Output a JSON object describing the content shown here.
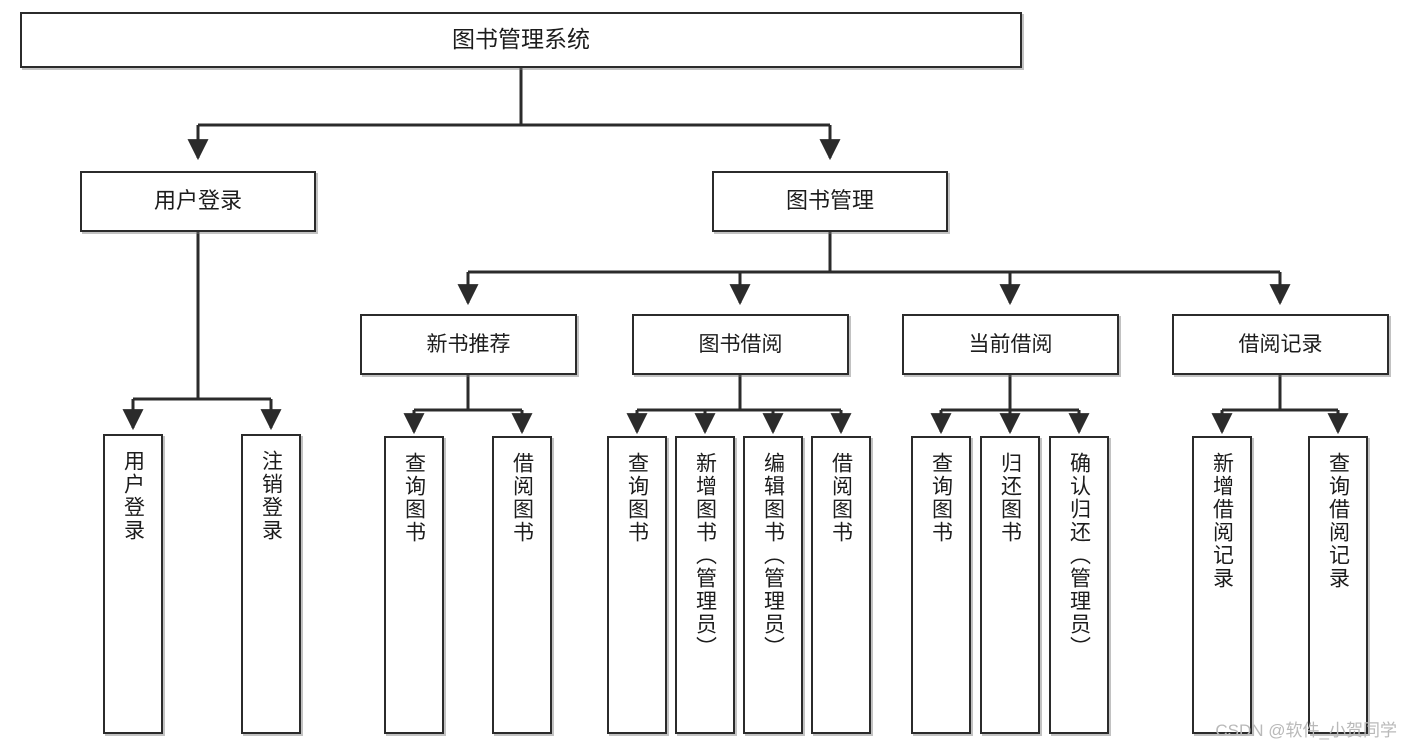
{
  "diagram": {
    "title": "图书管理系统",
    "type": "tree-hierarchy",
    "root": {
      "id": "root",
      "label": "图书管理系统"
    },
    "level2": [
      {
        "id": "user-login",
        "label": "用户登录"
      },
      {
        "id": "book-manage",
        "label": "图书管理"
      }
    ],
    "level3": [
      {
        "id": "new-book-recommend",
        "label": "新书推荐"
      },
      {
        "id": "book-borrow",
        "label": "图书借阅"
      },
      {
        "id": "current-borrow",
        "label": "当前借阅"
      },
      {
        "id": "borrow-record",
        "label": "借阅记录"
      }
    ],
    "leaves": {
      "user_login": [
        {
          "id": "leaf-user-login",
          "label": "用户登录"
        },
        {
          "id": "leaf-logout-login",
          "label": "注销登录"
        }
      ],
      "new_book_recommend": [
        {
          "id": "leaf-query-book-1",
          "label": "查询图书"
        },
        {
          "id": "leaf-borrow-book-1",
          "label": "借阅图书"
        }
      ],
      "book_borrow": [
        {
          "id": "leaf-query-book-2",
          "label": "查询图书"
        },
        {
          "id": "leaf-add-book",
          "label": "新增图书（管理员）"
        },
        {
          "id": "leaf-edit-book",
          "label": "编辑图书（管理员）"
        },
        {
          "id": "leaf-borrow-book-2",
          "label": "借阅图书"
        }
      ],
      "current_borrow": [
        {
          "id": "leaf-query-book-3",
          "label": "查询图书"
        },
        {
          "id": "leaf-return-book",
          "label": "归还图书"
        },
        {
          "id": "leaf-confirm-return",
          "label": "确认归还（管理员）"
        }
      ],
      "borrow_record": [
        {
          "id": "leaf-add-record",
          "label": "新增借阅记录"
        },
        {
          "id": "leaf-query-record",
          "label": "查询借阅记录"
        }
      ]
    }
  },
  "watermark": {
    "text": "CSDN @软件_小贺同学"
  },
  "colors": {
    "border": "#2b2b2b",
    "background": "#ffffff",
    "text": "#1c1c1c",
    "watermark": "#b9b9b9"
  }
}
